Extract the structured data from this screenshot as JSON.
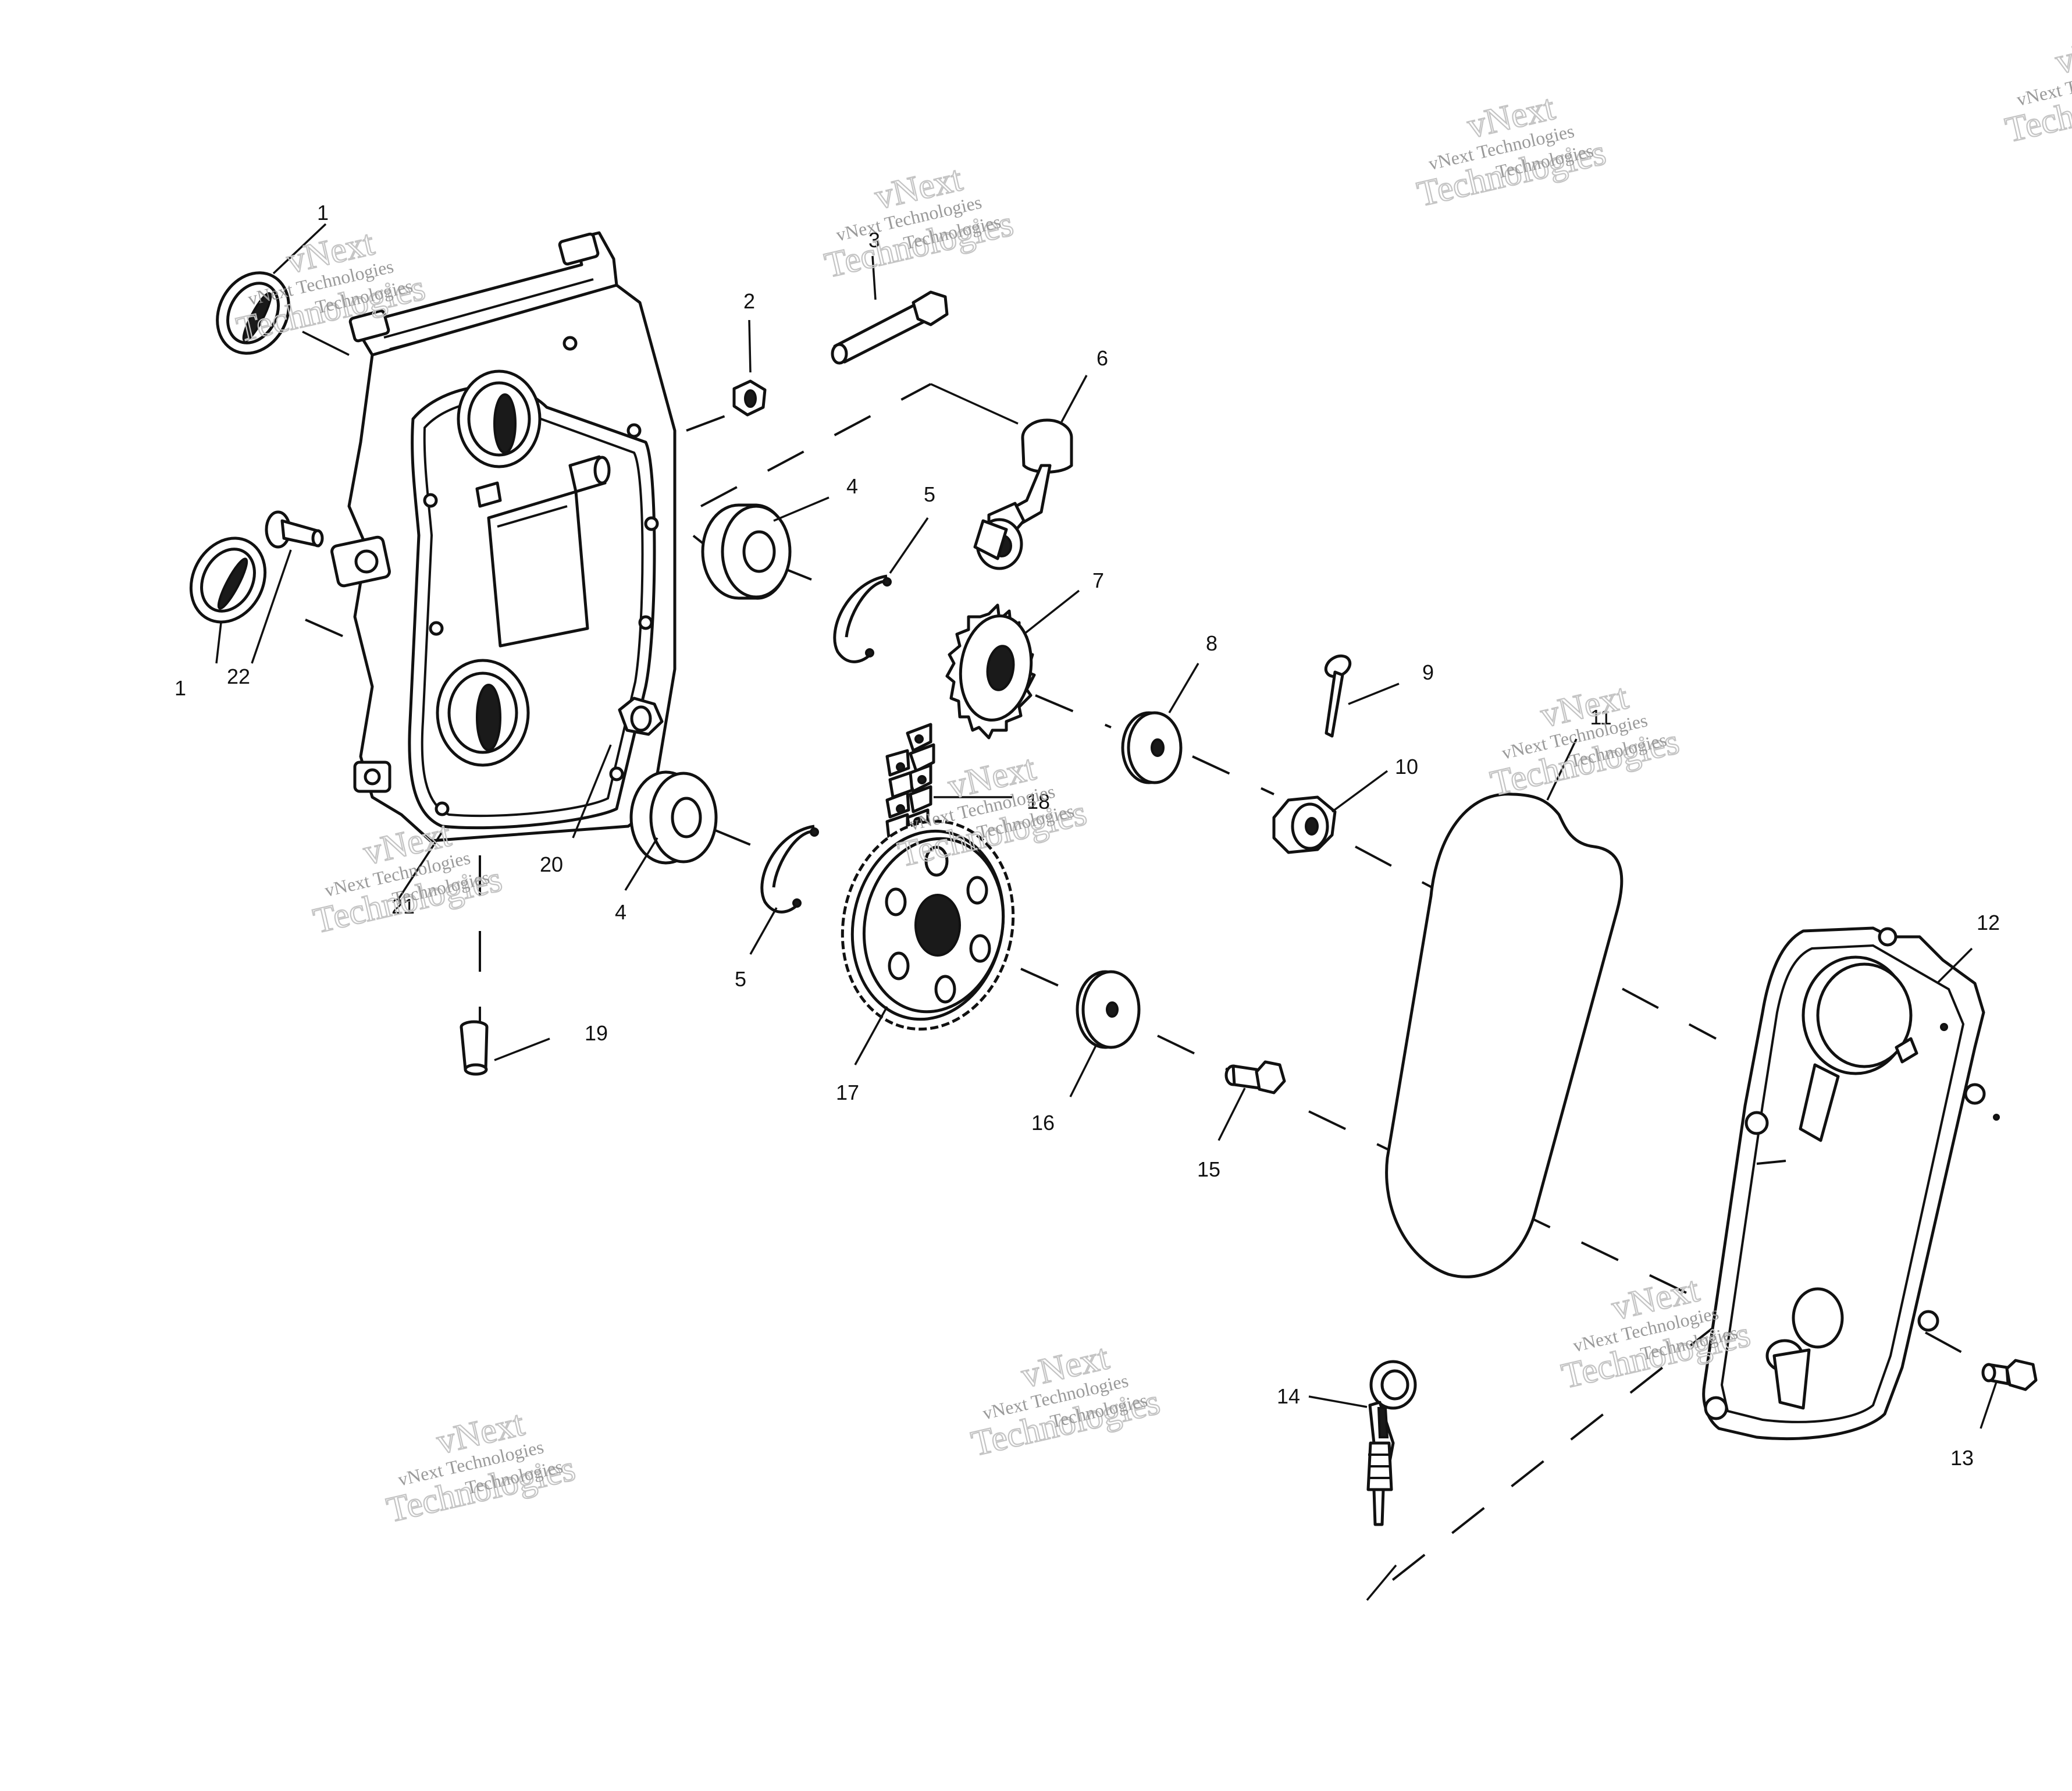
{
  "watermark": {
    "brand": "vNext",
    "line1": "vNext Technologies",
    "line2": "Technologies"
  },
  "callouts": [
    "1",
    "1",
    "22",
    "2",
    "3",
    "6",
    "4",
    "5",
    "7",
    "8",
    "9",
    "10",
    "11",
    "18",
    "20",
    "21",
    "4",
    "5",
    "17",
    "16",
    "15",
    "19",
    "12",
    "13",
    "14"
  ]
}
